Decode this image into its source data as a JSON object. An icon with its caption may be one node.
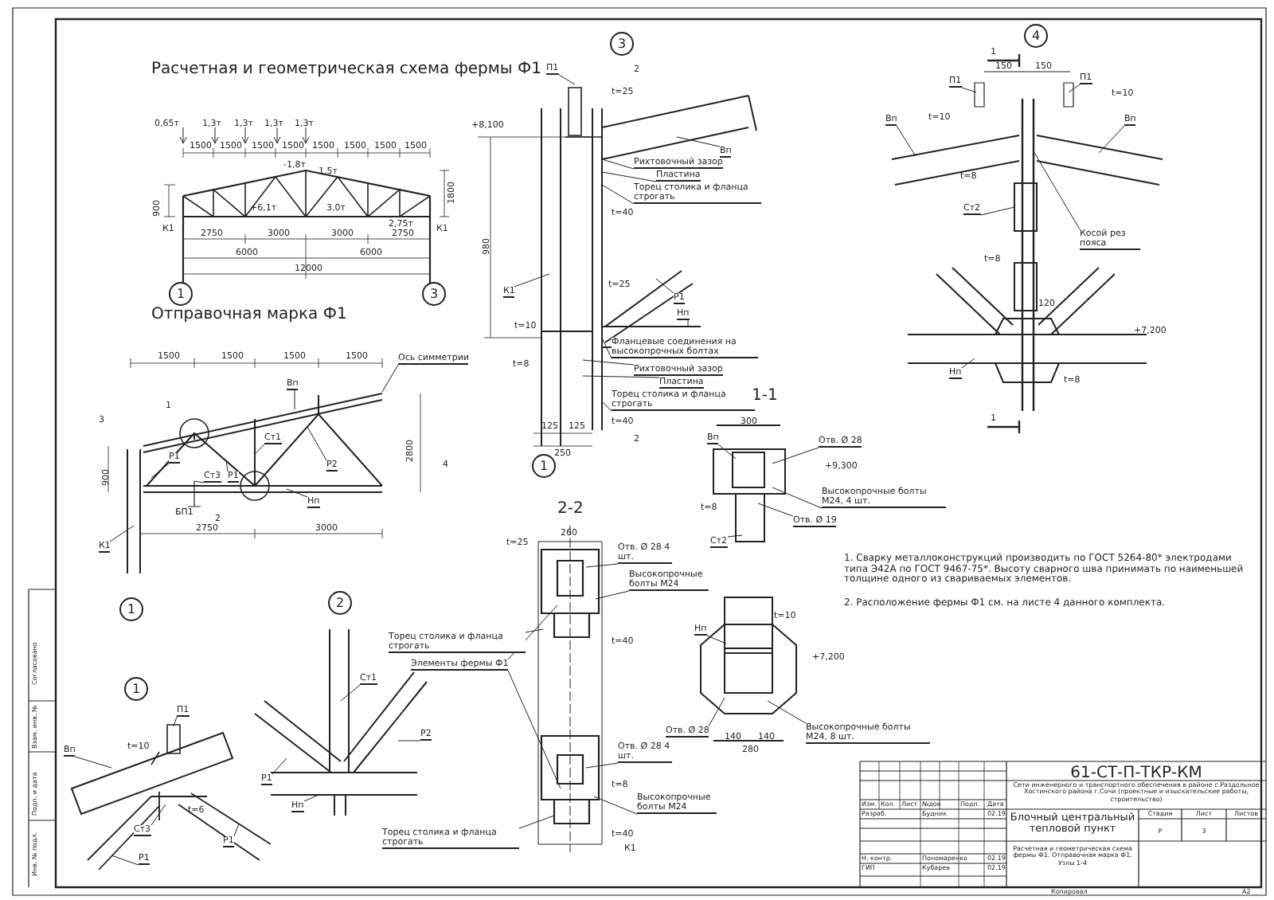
{
  "diagram": {
    "nodes": [
      {
        "text": [
          "Ось симметрии"
        ]
      },
      {
        "text": [
          "Вп"
        ]
      },
      {
        "text": [
          "Ст1"
        ]
      },
      {
        "text": [
          "Р1"
        ]
      },
      {
        "text": [
          "Р1"
        ]
      },
      {
        "text": [
          "Ст3"
        ]
      },
      {
        "text": [
          "Р2"
        ]
      },
      {
        "text": [
          "Нп"
        ]
      },
      {
        "text": [
          "К1"
        ]
      },
      {
        "text": [
          "П1"
        ]
      },
      {
        "text": [
          "Вп"
        ]
      },
      {
        "text": [
          "Ст3"
        ]
      },
      {
        "text": [
          "Р1"
        ]
      },
      {
        "text": [
          "Р1"
        ]
      },
      {
        "text": [
          "Ст1"
        ]
      },
      {
        "text": [
          "Р1"
        ]
      },
      {
        "text": [
          "Р2"
        ]
      },
      {
        "text": [
          "Нп"
        ]
      },
      {
        "text": [
          "П1"
        ]
      },
      {
        "text": [
          "Вп"
        ]
      },
      {
        "text": [
          "Рихтовочный зазор"
        ]
      },
      {
        "text": [
          "Пластина"
        ]
      },
      {
        "text": [
          "Торец столика и фланца строгать"
        ]
      },
      {
        "text": [
          "К1"
        ]
      },
      {
        "text": [
          "Р1"
        ]
      },
      {
        "text": [
          "Нп"
        ]
      },
      {
        "text": [
          "Фланцевые соединения на высокопрочных болтах"
        ]
      },
      {
        "text": [
          "Рихтовочный зазор"
        ]
      },
      {
        "text": [
          "Пластина"
        ]
      },
      {
        "text": [
          "Торец столика и фланца строгать"
        ]
      },
      {
        "text": [
          "П1"
        ]
      },
      {
        "text": [
          "П1"
        ]
      },
      {
        "text": [
          "Вп"
        ]
      },
      {
        "text": [
          "Вп"
        ]
      },
      {
        "text": [
          "Ст2"
        ]
      },
      {
        "text": [
          "Косой рез пояса"
        ]
      },
      {
        "text": [
          "Нп"
        ]
      },
      {
        "text": [
          "Вп"
        ]
      },
      {
        "text": [
          "Отв. Ø 28"
        ]
      },
      {
        "text": [
          "Высокопрочные болты М24, 4 шт."
        ]
      },
      {
        "text": [
          "Отв. Ø 19"
        ]
      },
      {
        "text": [
          "Ст2"
        ]
      },
      {
        "text": [
          "Нп"
        ]
      },
      {
        "text": [
          "Отв. Ø 28"
        ]
      },
      {
        "text": [
          "Высокопрочные болты М24, 8 шт."
        ]
      },
      {
        "text": [
          "Отв. Ø 28 4 шт."
        ]
      },
      {
        "text": [
          "Высокопрочные болты М24"
        ]
      },
      {
        "text": [
          "Элементы фермы Ф1"
        ]
      },
      {
        "text": [
          "Торец столика и фланца строгать"
        ]
      },
      {
        "text": [
          "Отв. Ø 28 4 шт."
        ]
      },
      {
        "text": [
          "Высокопрочные болты М24"
        ]
      },
      {
        "text": [
          "Торец столика и фланца строгать"
        ]
      }
    ],
    "edges": [
      {
        "from": 0,
        "to": null,
        "arrow": "none"
      },
      {
        "from": 1,
        "to": null,
        "arrow": "none"
      },
      {
        "from": 2,
        "to": null,
        "arrow": "none"
      },
      {
        "from": 3,
        "to": null,
        "arrow": "none"
      },
      {
        "from": 4,
        "to": null,
        "arrow": "none"
      },
      {
        "from": 5,
        "to": null,
        "arrow": "none"
      },
      {
        "from": 6,
        "to": null,
        "arrow": "none"
      },
      {
        "from": 7,
        "to": null,
        "arrow": "none"
      },
      {
        "from": 8,
        "to": null,
        "arrow": "none"
      },
      {
        "from": 9,
        "to": null,
        "arrow": "none"
      },
      {
        "from": 10,
        "to": null,
        "arrow": "none"
      },
      {
        "from": 11,
        "to": null,
        "arrow": "none"
      },
      {
        "from": 12,
        "to": null,
        "arrow": "none"
      },
      {
        "from": 13,
        "to": null,
        "arrow": "none"
      },
      {
        "from": 14,
        "to": null,
        "arrow": "none"
      },
      {
        "from": 15,
        "to": null,
        "arrow": "none"
      },
      {
        "from": 16,
        "to": null,
        "arrow": "none"
      },
      {
        "from": 17,
        "to": null,
        "arrow": "none"
      },
      {
        "from": 18,
        "to": null,
        "arrow": "none"
      },
      {
        "from": 19,
        "to": null,
        "arrow": "none"
      },
      {
        "from": 20,
        "to": null,
        "arrow": "none"
      },
      {
        "from": 21,
        "to": null,
        "arrow": "none"
      },
      {
        "from": 22,
        "to": null,
        "arrow": "none"
      },
      {
        "from": 23,
        "to": null,
        "arrow": "none"
      },
      {
        "from": 24,
        "to": null,
        "arrow": "none"
      },
      {
        "from": 25,
        "to": null,
        "arrow": "none"
      },
      {
        "from": 26,
        "to": null,
        "arrow": "none"
      },
      {
        "from": 27,
        "to": null,
        "arrow": "none"
      },
      {
        "from": 28,
        "to": null,
        "arrow": "none"
      },
      {
        "from": 29,
        "to": null,
        "arrow": "none"
      },
      {
        "from": 30,
        "to": null,
        "arrow": "none"
      },
      {
        "from": 31,
        "to": null,
        "arrow": "none"
      },
      {
        "from": 32,
        "to": null,
        "arrow": "none"
      },
      {
        "from": 33,
        "to": null,
        "arrow": "none"
      },
      {
        "from": 34,
        "to": null,
        "arrow": "none"
      },
      {
        "from": 35,
        "to": null,
        "arrow": "none"
      },
      {
        "from": 36,
        "to": null,
        "arrow": "none"
      },
      {
        "from": 37,
        "to": null,
        "arrow": "none"
      },
      {
        "from": 38,
        "to": null,
        "arrow": "none"
      },
      {
        "from": 39,
        "to": null,
        "arrow": "none"
      },
      {
        "from": 40,
        "to": null,
        "arrow": "none"
      },
      {
        "from": 41,
        "to": null,
        "arrow": "none"
      },
      {
        "from": 42,
        "to": null,
        "arrow": "none"
      },
      {
        "from": 43,
        "to": null,
        "arrow": "none"
      },
      {
        "from": 44,
        "to": null,
        "arrow": "none"
      },
      {
        "from": 45,
        "to": null,
        "arrow": "none"
      },
      {
        "from": 46,
        "to": null,
        "arrow": "none"
      },
      {
        "from": 47,
        "to": null,
        "arrow": "none"
      },
      {
        "from": 47,
        "to": null,
        "arrow": "none"
      },
      {
        "from": 48,
        "to": null,
        "arrow": "none"
      },
      {
        "from": 49,
        "to": null,
        "arrow": "none"
      },
      {
        "from": 50,
        "to": null,
        "arrow": "none"
      },
      {
        "from": 51,
        "to": null,
        "arrow": "none"
      }
    ],
    "labels": [
      "Расчетная и геометрическая схема фермы Ф1",
      "Отправочная марка Ф1",
      "0,65т",
      "1,3т",
      "1,3т",
      "1,3т",
      "1,3т",
      "1500",
      "1500",
      "1500",
      "1500",
      "1500",
      "1500",
      "1500",
      "1500",
      "900",
      "1800",
      "-1,8т",
      "1,5т",
      "+6,1т",
      "3,0т",
      "2,75т",
      "2750",
      "3000",
      "3000",
      "2750",
      "6000",
      "6000",
      "12000",
      "К1",
      "К1",
      "1",
      "3",
      "1500",
      "1500",
      "1500",
      "1500",
      "900",
      "2800",
      "2750",
      "3000",
      "1",
      "3",
      "4",
      "2",
      "БП1",
      "1",
      "2",
      "1",
      "t=10",
      "t=6",
      "3",
      "+8,100",
      "t=25",
      "t=40",
      "t=25",
      "t=10",
      "t=8",
      "t=40",
      "980",
      "125",
      "125",
      "250",
      "1",
      "2",
      "2",
      "4",
      "1",
      "150",
      "150",
      "t=10",
      "t=10",
      "t=8",
      "t=8",
      "120",
      "t=8",
      "+7,200",
      "1",
      "1-1",
      "300",
      "+9,300",
      "t=8",
      "+7,200",
      "140",
      "140",
      "280",
      "2-2",
      "260",
      "t=40",
      "t=8",
      "t=40",
      "К1",
      "1. Сварку металлоконструкций производить по ГОСТ 5264-80* электродами типа Э42А по ГОСТ 9467-75*. Высоту сварного шва принимать по наименьшей толщине одного из свариваемых элементов.",
      "2. Расположение фермы Ф1 см. на листе 4 данного комплекта.",
      "61-СТ-П-ТКР-КМ",
      "Сети инженерного и транспортного обеспечения в районе с.Раздольное Хостинского района г.Сочи (проектные и изыскательские работы, строительство)",
      "Блочный центральный тепловой пункт",
      "Стадия",
      "Лист",
      "Листов",
      "Р",
      "3",
      "Расчетная и геометрическая схема фермы Ф1. Отправочная марка Ф1. Узлы 1-4",
      "Изм.",
      "Кол.",
      "Лист",
      "№док",
      "Подп.",
      "Дата",
      "Разраб.",
      "Будник",
      "02.19",
      "Н. контр.",
      "Пономаренко",
      "02.19",
      "ГИП",
      "Кубарев",
      "02.19",
      "Копировал",
      "А2",
      "Согласовано",
      "Взам. инв. №",
      "Подп. и дата",
      "Инв. № подл.",
      "t=10",
      "t=25"
    ]
  }
}
